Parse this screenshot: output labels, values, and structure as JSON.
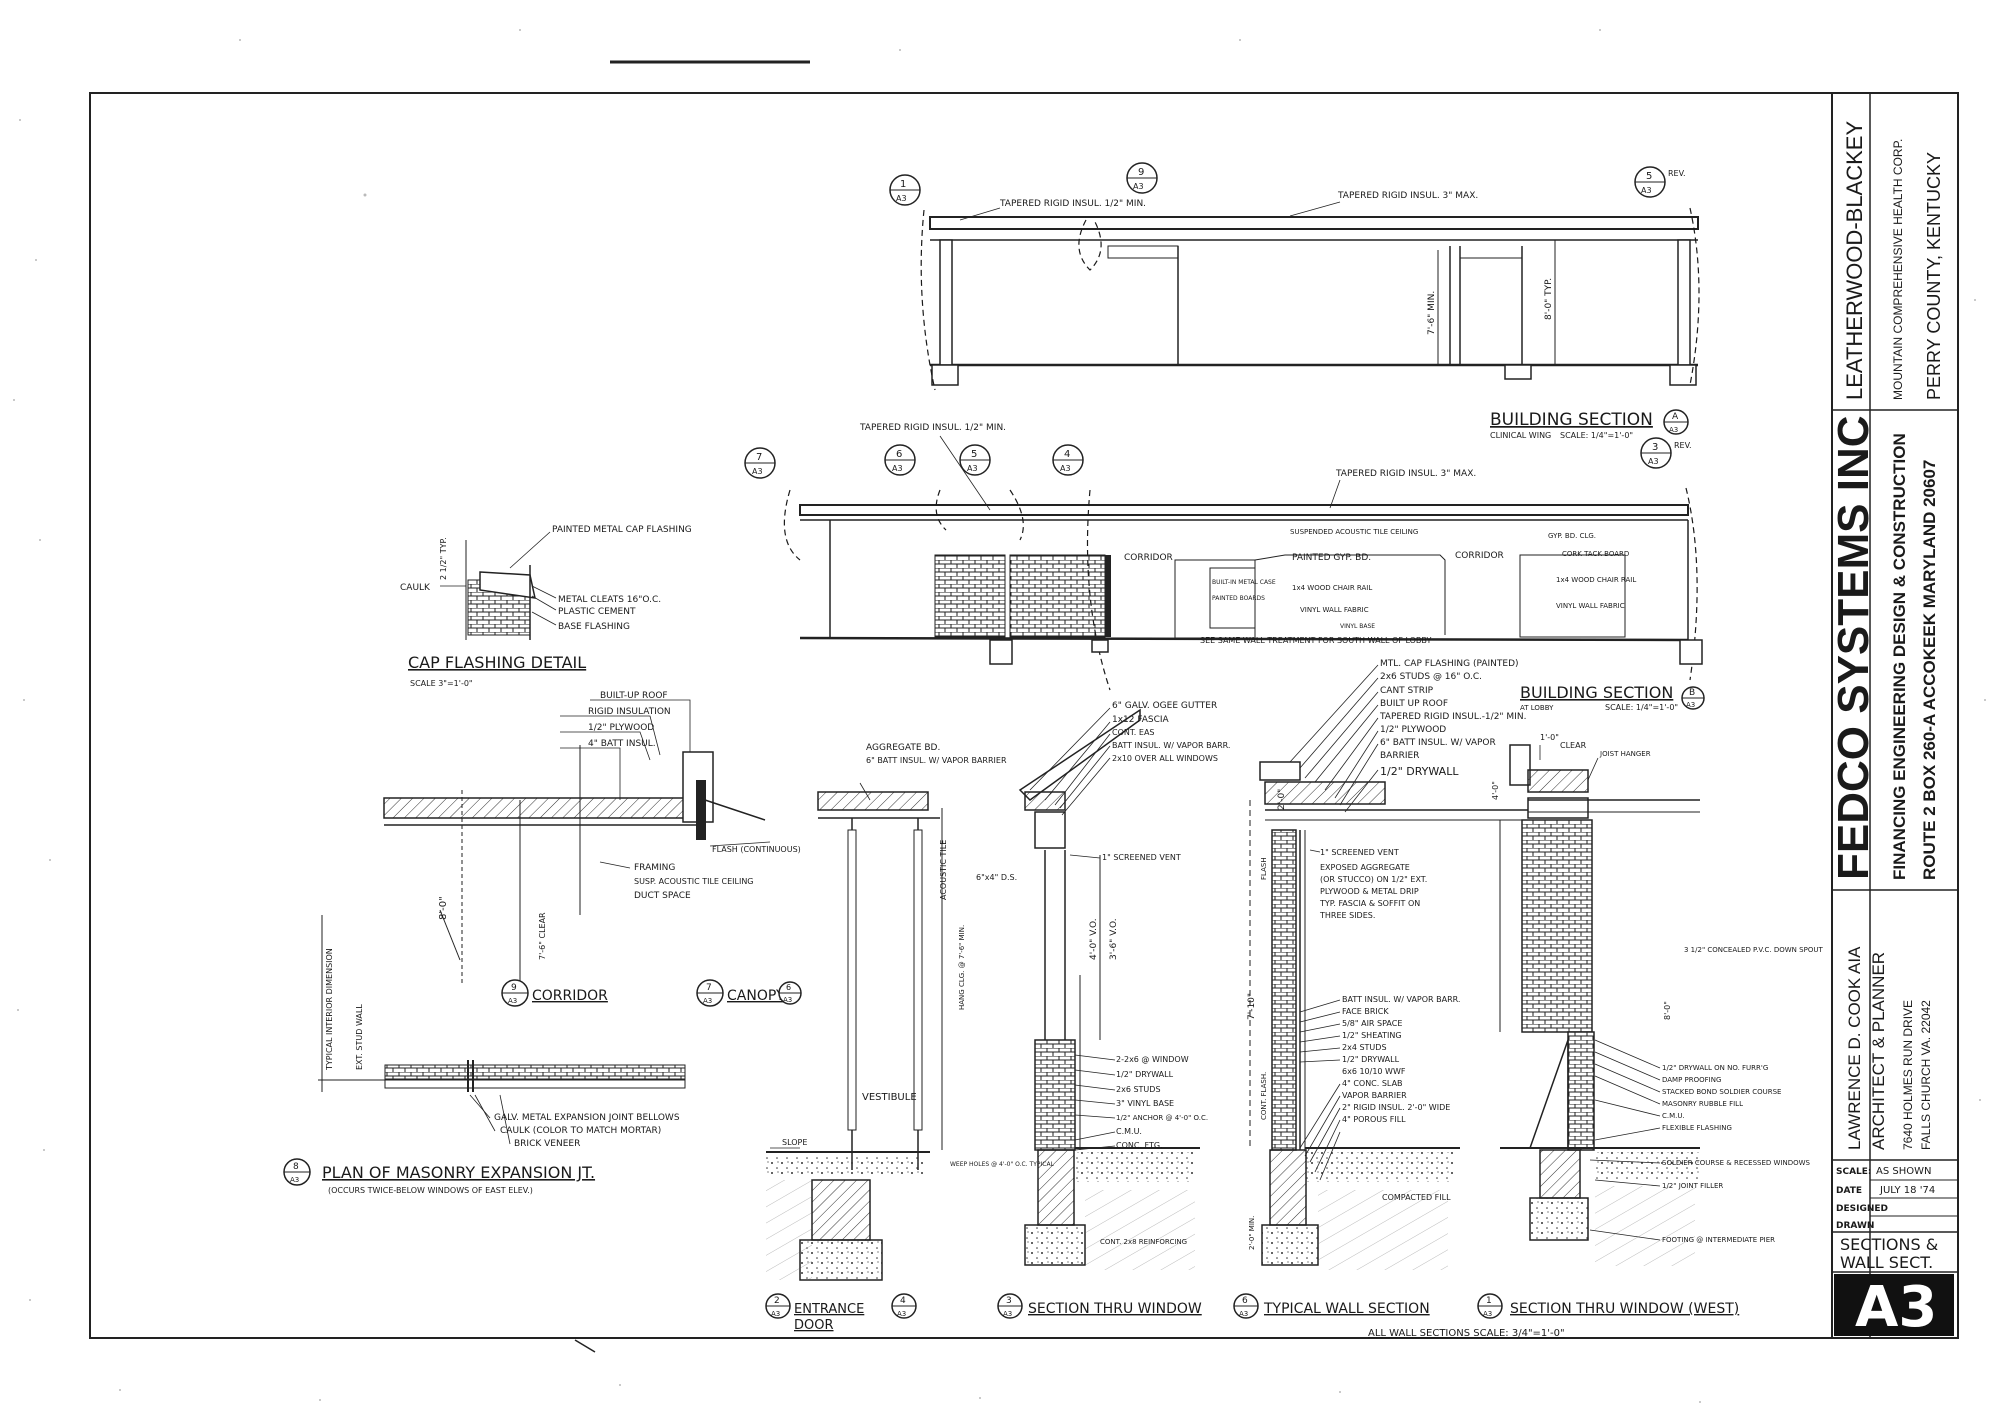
{
  "title_block": {
    "project_name": "LEATHERWOOD-BLACKEY",
    "project_client": "MOUNTAIN COMPREHENSIVE HEALTH CORP.",
    "project_location": "PERRY COUNTY, KENTUCKY",
    "company": "FEDCO SYSTEMS INC",
    "services": "FINANCING ENGINEERING DESIGN & CONSTRUCTION",
    "company_address": "ROUTE 2 BOX 260-A ACCOKEEK MARYLAND 20607",
    "architect": "LAWRENCE D. COOK AIA",
    "architect_role": "ARCHITECT & PLANNER",
    "architect_street": "7640 HOLMES RUN DRIVE",
    "architect_city": "FALLS CHURCH VA. 22042",
    "scale_label": "SCALE:",
    "scale_value": "AS SHOWN",
    "date_label": "DATE",
    "date_value": "JULY 18 '74",
    "designed_label": "DESIGNED",
    "drawn_label": "DRAWN",
    "sheet_title_1": "SECTIONS &",
    "sheet_title_2": "WALL SECT.",
    "sheet_number": "A3"
  },
  "building_section_a": {
    "title": "BUILDING SECTION",
    "subtitle": "CLINICAL WING",
    "scale": "SCALE: 1/4\"=1'-0\"",
    "tag_num": "A",
    "tag_sheet": "A3",
    "note_1": "TAPERED RIGID INSUL. 1/2\" MIN.",
    "note_2": "TAPERED RIGID INSUL. 3\" MAX.",
    "dim_1": "7'-6\" MIN.",
    "dim_2": "8'-0\" TYP.",
    "callout_1": {
      "num": "1",
      "sheet": "A3"
    },
    "callout_2": {
      "num": "9",
      "sheet": "A3"
    },
    "callout_3": {
      "num": "5",
      "sheet": "A3"
    },
    "callout_3_note": "REV."
  },
  "building_section_b": {
    "title": "BUILDING SECTION",
    "subtitle": "AT LOBBY",
    "scale": "SCALE: 1/4\"=1'-0\"",
    "tag_num": "B",
    "tag_sheet": "A3",
    "note_1": "TAPERED RIGID INSUL. 1/2\" MIN.",
    "note_2": "TAPERED RIGID INSUL. 3\" MAX.",
    "room_1": "CORRIDOR",
    "room_2": "CORRIDOR",
    "note_3": "PAINTED GYP. BD.",
    "note_4": "SUSPENDED ACOUSTIC TILE CEILING",
    "note_5": "1x4 WOOD CHAIR RAIL",
    "note_6": "VINYL WALL FABRIC",
    "note_7": "GYP. BD. CLG.",
    "note_8": "CORK TACK BOARD",
    "note_9": "1x4 WOOD CHAIR RAIL",
    "note_10": "VINYL WALL FABRIC",
    "note_11": "SEE SAME WALL TREATMENT FOR SOUTH WALL OF LOBBY",
    "note_12": "BUILT-IN METAL CASE",
    "note_13": "PAINTED BOARDS",
    "note_14": "VINYL BASE",
    "callout_1": {
      "num": "7",
      "sheet": "A3"
    },
    "callout_2": {
      "num": "6",
      "sheet": "A3"
    },
    "callout_3": {
      "num": "5",
      "sheet": "A3"
    },
    "callout_4": {
      "num": "4",
      "sheet": "A3"
    },
    "callout_5": {
      "num": "3",
      "sheet": "A3"
    },
    "callout_5_note": "REV."
  },
  "cap_flashing": {
    "title": "CAP FLASHING DETAIL",
    "scale": "SCALE 3\"=1'-0\"",
    "note_1": "PAINTED METAL CAP FLASHING",
    "note_2": "METAL CLEATS 16\"O.C.",
    "note_3": "PLASTIC CEMENT",
    "note_4": "BASE FLASHING",
    "note_5": "CAULK",
    "dim_1": "2 1/2\" TYP."
  },
  "corridor": {
    "title": "CORRIDOR",
    "num": "9",
    "sheet": "A3",
    "note_1": "BUILT-UP ROOF",
    "note_2": "RIGID INSULATION",
    "note_3": "1/2\" PLYWOOD",
    "note_4": "4\" BATT INSUL.",
    "note_5": "FLASH (CONTINUOUS)",
    "note_6": "FRAMING",
    "note_7": "SUSP. ACOUSTIC TILE CEILING",
    "note_8": "DUCT SPACE",
    "dim_1": "8'-0\"",
    "dim_2": "7'-6\" CLEAR"
  },
  "canopy": {
    "title": "CANOPY",
    "num": "7",
    "sheet": "A3",
    "num_2": "6",
    "sheet_2": "A3"
  },
  "masonry_jt": {
    "title": "PLAN OF MASONRY EXPANSION JT.",
    "subtitle": "(OCCURS TWICE-BELOW WINDOWS OF EAST ELEV.)",
    "num": "8",
    "sheet": "A3",
    "note_1": "GALV. METAL EXPANSION JOINT BELLOWS",
    "note_2": "CAULK (COLOR TO MATCH MORTAR)",
    "note_3": "BRICK VENEER",
    "note_4": "TYPICAL INTERIOR DIMENSION",
    "note_5": "EXT. STUD WALL"
  },
  "entrance_door": {
    "title_1": "ENTRANCE",
    "title_2": "DOOR",
    "num": "2",
    "sheet": "A3",
    "num_2": "4",
    "sheet_2": "A3",
    "note_1": "AGGREGATE BD.",
    "note_2": "6\" BATT INSUL. W/ VAPOR BARRIER",
    "note_3": "ACOUSTIC TILE",
    "note_4": "VESTIBULE",
    "note_5": "SLOPE",
    "note_6": "6\"x4\" D.S.",
    "note_7": "HANG CLG. @ 7'-6\" MIN."
  },
  "section_window": {
    "title": "SECTION THRU WINDOW",
    "num": "3",
    "sheet": "A3",
    "note_1": "6\" GALV. OGEE GUTTER",
    "note_2": "1x12 FASCIA",
    "note_3": "CONT. EAS",
    "note_4": "BATT INSUL. W/ VAPOR BARR.",
    "note_5": "2x10 OVER ALL WINDOWS",
    "note_6": "1\" SCREENED VENT",
    "note_7": "2-2x6 @ WINDOW",
    "note_8": "1/2\" DRYWALL",
    "note_9": "2x6 STUDS",
    "note_10": "3\" VINYL BASE",
    "note_11": "1/2\" ANCHOR @ 4'-0\" O.C.",
    "note_12": "C.M.U.",
    "note_13": "CONC. FTG.",
    "note_14": "WEEP HOLES @ 4'-0\" O.C. TYPICAL",
    "note_15": "CONT. 2x8 REINFORCING",
    "dim_1": "4'-0\" V.O.",
    "dim_2": "3'-6\" V.O."
  },
  "typical_wall": {
    "title": "TYPICAL WALL SECTION",
    "num": "6",
    "sheet": "A3",
    "note_1": "MTL. CAP FLASHING (PAINTED)",
    "note_2": "2x6 STUDS @ 16\" O.C.",
    "note_3": "CANT STRIP",
    "note_4": "BUILT UP ROOF",
    "note_5": "TAPERED RIGID INSUL.-1/2\" MIN.",
    "note_6": "1/2\" PLYWOOD",
    "note_7": "6\" BATT INSUL. W/ VAPOR",
    "note_8": "BARRIER",
    "note_9": "1/2\" DRYWALL",
    "note_10": "1\" SCREENED VENT",
    "note_11": "EXPOSED AGGREGATE (OR STUCCO) ON 1/2\" EXT. PLYWOOD & METAL DRIP TYP. FASCIA & SOFFIT ON THREE SIDES.",
    "note_12": "BATT INSUL. W/ VAPOR BARR.",
    "note_13": "FACE BRICK",
    "note_14": "5/8\" AIR SPACE",
    "note_15": "1/2\" SHEATING",
    "note_16": "2x4 STUDS",
    "note_17": "1/2\" DRYWALL",
    "note_18": "6x6 10/10 WWF",
    "note_19": "4\" CONC. SLAB",
    "note_20": "VAPOR BARRIER",
    "note_21": "2\" RIGID INSUL. 2'-0\" WIDE",
    "note_22": "4\" POROUS FILL",
    "note_23": "COMPACTED FILL",
    "dim_1": "7'-10\"",
    "dim_2": "2'-0\"",
    "dim_3": "2'-0\" MIN.",
    "note_24": "FLASH",
    "note_25": "CONT. FLASH."
  },
  "section_window_west": {
    "title": "SECTION THRU WINDOW (WEST)",
    "num": "1",
    "sheet": "A3",
    "note_1": "CLEAR",
    "note_2": "JOIST HANGER",
    "note_3": "3 1/2\" CONCEALED P.V.C. DOWN SPOUT",
    "note_4": "1/2\" DRYWALL ON NO. FURR'G",
    "note_5": "DAMP PROOFING",
    "note_6": "STACKED BOND SOLDIER COURSE",
    "note_7": "MASONRY RUBBLE FILL",
    "note_8": "C.M.U.",
    "note_9": "FLEXIBLE FLASHING",
    "note_10": "SOLDIER COURSE & RECESSED WINDOWS",
    "note_11": "1/2\" JOINT FILLER",
    "note_12": "FOOTING @ INTERMEDIATE PIER",
    "dim_1": "1'-0\"",
    "dim_2": "4'-0\"",
    "dim_3": "8'-0\""
  },
  "footer_note": "ALL WALL SECTIONS SCALE: 3/4\"=1'-0\""
}
